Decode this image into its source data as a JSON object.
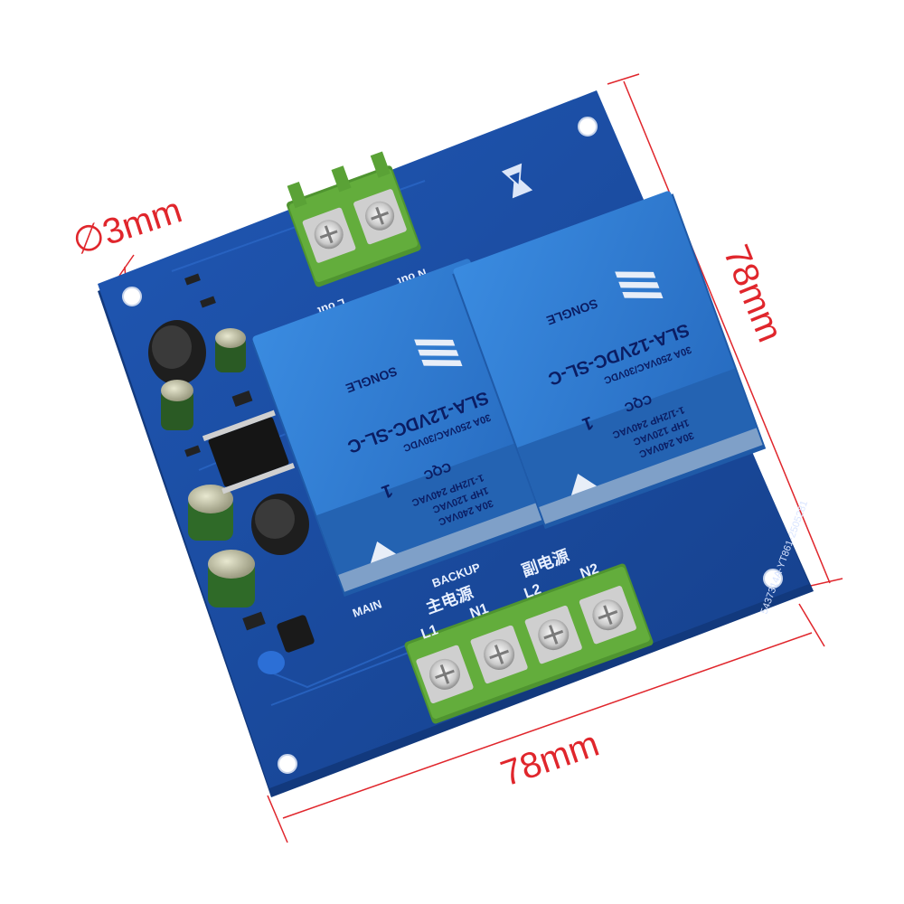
{
  "dimensions": {
    "hole_diameter": "∅3mm",
    "height": "78mm",
    "width": "78mm"
  },
  "board": {
    "serial": "5437314A-YT861-2505281",
    "labels": {
      "l_out": "L out",
      "n_out": "N out",
      "backup": "BACKUP",
      "main": "MAIN",
      "main_power_cn": "主电源",
      "backup_power_cn": "副电源",
      "l1": "L1",
      "n1": "N1",
      "l2": "L2",
      "n2": "N2"
    }
  },
  "relays": [
    {
      "brand": "SONGLE",
      "model": "SLA-12VDC-SL-C",
      "rating_1": "30A 250VAC/30VDC",
      "rating_2": "30A 240VAC",
      "rating_3": "1HP 120VAC",
      "rating_4": "1-1/2HP 240VAC",
      "cert": "CQC",
      "pin": "1"
    },
    {
      "brand": "SONGLE",
      "model": "SLA-12VDC-SL-C",
      "rating_1": "30A 250VAC/30VDC",
      "rating_2": "30A 240VAC",
      "rating_3": "1HP 120VAC",
      "rating_4": "1-1/2HP 240VAC",
      "cert": "CQC",
      "pin": "1"
    }
  ],
  "colors": {
    "pcb": "#1a4fa8",
    "pcb_edge": "#12397d",
    "relay": "#2f7fd6",
    "terminal": "#5fa83a",
    "dimension_line": "#e0262c"
  }
}
